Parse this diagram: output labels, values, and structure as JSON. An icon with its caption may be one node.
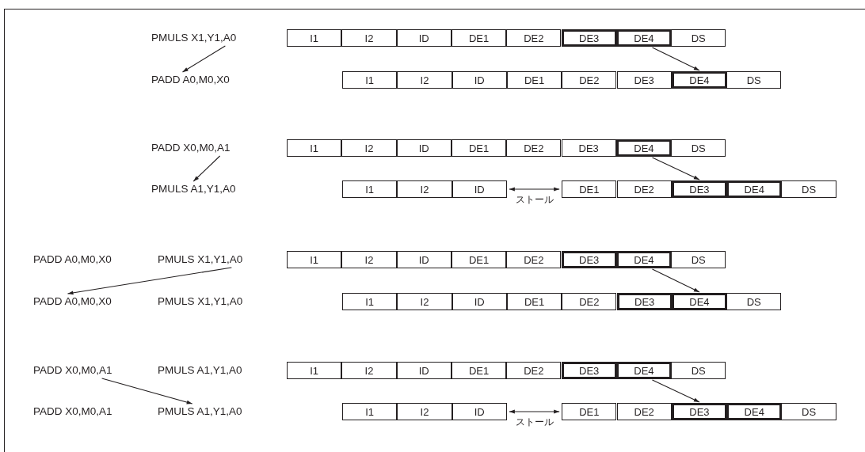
{
  "diagram": {
    "nodes": [
      {
        "text": [
          "PMULS X1,Y1,A0"
        ]
      },
      {
        "text": [
          "I1"
        ]
      },
      {
        "text": [
          "I2"
        ]
      },
      {
        "text": [
          "ID"
        ]
      },
      {
        "text": [
          "DE1"
        ]
      },
      {
        "text": [
          "DE2"
        ]
      },
      {
        "text": [
          "DE3"
        ]
      },
      {
        "text": [
          "DE4"
        ]
      },
      {
        "text": [
          "DS"
        ]
      },
      {
        "text": [
          "PADD A0,M0,X0"
        ]
      },
      {
        "text": [
          "I1"
        ]
      },
      {
        "text": [
          "I2"
        ]
      },
      {
        "text": [
          "ID"
        ]
      },
      {
        "text": [
          "DE1"
        ]
      },
      {
        "text": [
          "DE2"
        ]
      },
      {
        "text": [
          "DE3"
        ]
      },
      {
        "text": [
          "DE4"
        ]
      },
      {
        "text": [
          "DS"
        ]
      },
      {
        "text": [
          "PADD X0,M0,A1"
        ]
      },
      {
        "text": [
          "I1"
        ]
      },
      {
        "text": [
          "I2"
        ]
      },
      {
        "text": [
          "ID"
        ]
      },
      {
        "text": [
          "DE1"
        ]
      },
      {
        "text": [
          "DE2"
        ]
      },
      {
        "text": [
          "DE3"
        ]
      },
      {
        "text": [
          "DE4"
        ]
      },
      {
        "text": [
          "DS"
        ]
      },
      {
        "text": [
          "PMULS A1,Y1,A0"
        ]
      },
      {
        "text": [
          "I1"
        ]
      },
      {
        "text": [
          "I2"
        ]
      },
      {
        "text": [
          "ID"
        ]
      },
      {
        "text": [
          "DE1"
        ]
      },
      {
        "text": [
          "DE2"
        ]
      },
      {
        "text": [
          "DE3"
        ]
      },
      {
        "text": [
          "DE4"
        ]
      },
      {
        "text": [
          "DS"
        ]
      },
      {
        "text": [
          "PADD A0,M0,X0"
        ]
      },
      {
        "text": [
          "PMULS X1,Y1,A0"
        ]
      },
      {
        "text": [
          "I1"
        ]
      },
      {
        "text": [
          "I2"
        ]
      },
      {
        "text": [
          "ID"
        ]
      },
      {
        "text": [
          "DE1"
        ]
      },
      {
        "text": [
          "DE2"
        ]
      },
      {
        "text": [
          "DE3"
        ]
      },
      {
        "text": [
          "DE4"
        ]
      },
      {
        "text": [
          "DS"
        ]
      },
      {
        "text": [
          "PADD A0,M0,X0"
        ]
      },
      {
        "text": [
          "PMULS X1,Y1,A0"
        ]
      },
      {
        "text": [
          "I1"
        ]
      },
      {
        "text": [
          "I2"
        ]
      },
      {
        "text": [
          "ID"
        ]
      },
      {
        "text": [
          "DE1"
        ]
      },
      {
        "text": [
          "DE2"
        ]
      },
      {
        "text": [
          "DE3"
        ]
      },
      {
        "text": [
          "DE4"
        ]
      },
      {
        "text": [
          "DS"
        ]
      },
      {
        "text": [
          "PADD X0,M0,A1"
        ]
      },
      {
        "text": [
          "PMULS A1,Y1,A0"
        ]
      },
      {
        "text": [
          "I1"
        ]
      },
      {
        "text": [
          "I2"
        ]
      },
      {
        "text": [
          "ID"
        ]
      },
      {
        "text": [
          "DE1"
        ]
      },
      {
        "text": [
          "DE2"
        ]
      },
      {
        "text": [
          "DE3"
        ]
      },
      {
        "text": [
          "DE4"
        ]
      },
      {
        "text": [
          "DS"
        ]
      },
      {
        "text": [
          "PADD X0,M0,A1"
        ]
      },
      {
        "text": [
          "PMULS A1,Y1,A0"
        ]
      },
      {
        "text": [
          "I1"
        ]
      },
      {
        "text": [
          "I2"
        ]
      },
      {
        "text": [
          "ID"
        ]
      },
      {
        "text": [
          "DE1"
        ]
      },
      {
        "text": [
          "DE2"
        ]
      },
      {
        "text": [
          "DE3"
        ]
      },
      {
        "text": [
          "DE4"
        ]
      },
      {
        "text": [
          "DS"
        ]
      }
    ],
    "edges": [
      {
        "from": 0,
        "to": 9,
        "arrow": "to"
      },
      {
        "from": 7,
        "to": 16,
        "arrow": "to"
      },
      {
        "from": 18,
        "to": 27,
        "arrow": "to"
      },
      {
        "from": 25,
        "to": 33,
        "arrow": "to"
      },
      {
        "from": 30,
        "to": 31,
        "arrow": "both",
        "label": "ストール"
      },
      {
        "from": 37,
        "to": 46,
        "arrow": "to"
      },
      {
        "from": 44,
        "to": 54,
        "arrow": "to"
      },
      {
        "from": 56,
        "to": 67,
        "arrow": "to"
      },
      {
        "from": 64,
        "to": 73,
        "arrow": "to"
      },
      {
        "from": 70,
        "to": 71,
        "arrow": "both",
        "label": "ストール"
      }
    ]
  }
}
